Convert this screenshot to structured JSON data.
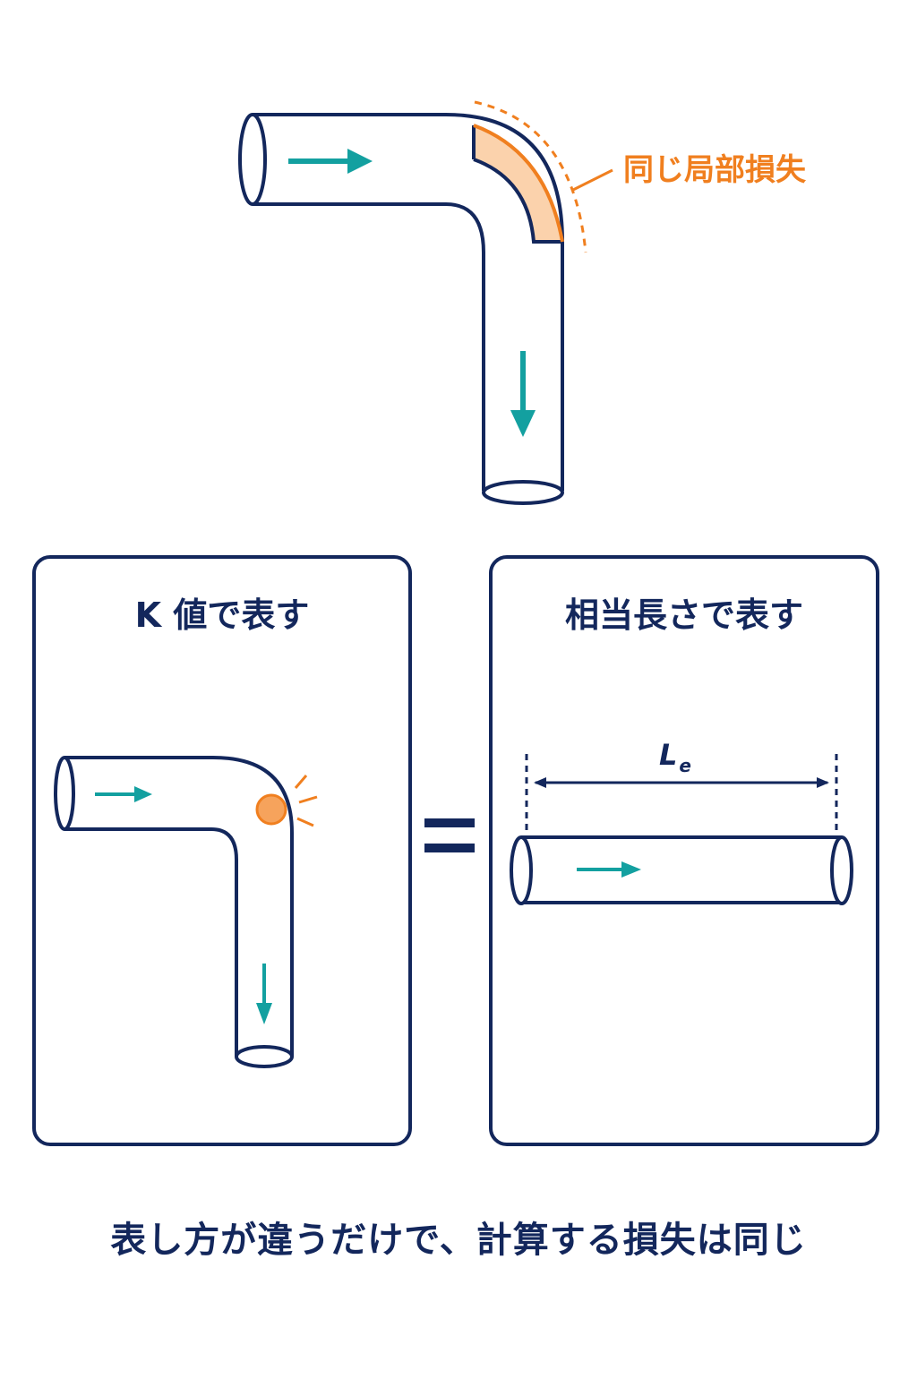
{
  "top_diagram": {
    "callout_label": "同じ局部損失"
  },
  "left_panel": {
    "title": "K 値で表す"
  },
  "right_panel": {
    "title": "相当長さで表す",
    "length_label_main": "L",
    "length_label_sub": "e"
  },
  "caption": "表し方が違うだけで、計算する損失は同じ",
  "colors": {
    "navy": "#13275c",
    "teal": "#13a0a0",
    "orange": "#f07f1f",
    "highlight_fill": "#fbd2ac"
  },
  "icons": {
    "flow_arrow": "arrow-icon",
    "loss_point": "burst-icon",
    "equals": "equals-icon"
  }
}
